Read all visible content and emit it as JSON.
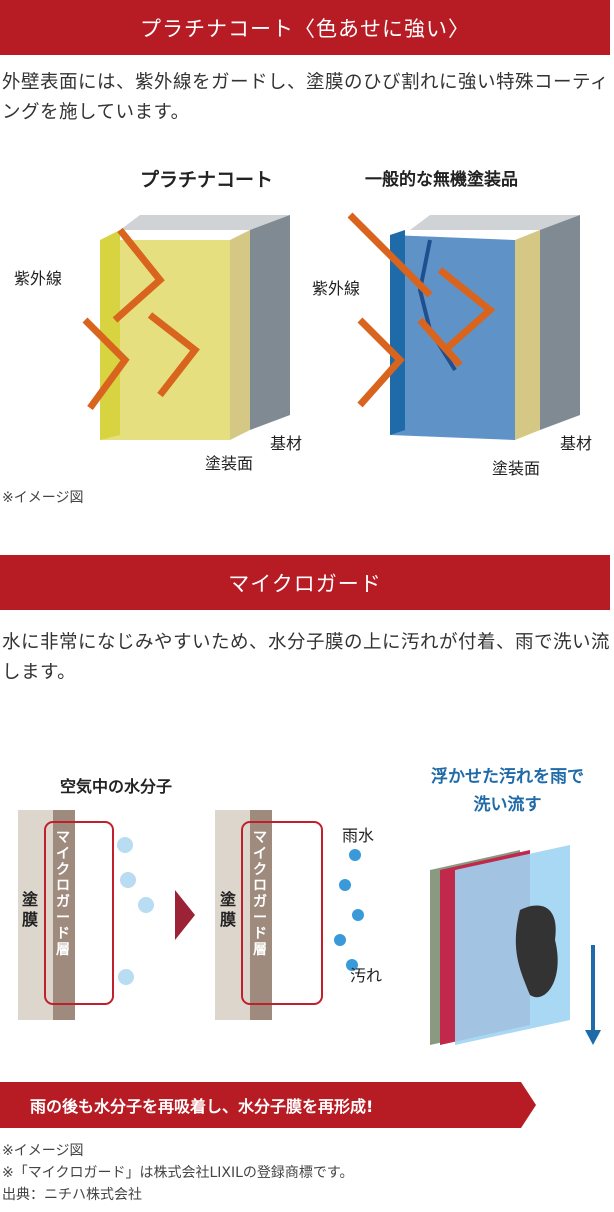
{
  "section1": {
    "title": "プラチナコート〈色あせに強い〉",
    "description": "外壁表面には、紫外線をガードし、塗膜のひび割れに強い特殊コーティングを施しています。",
    "left_diagram": {
      "title": "プラチナコート",
      "uv": "紫外線",
      "base": "基材",
      "coating": "塗装面"
    },
    "right_diagram": {
      "title": "一般的な無機塗装品",
      "uv": "紫外線",
      "base": "基材",
      "coating": "塗装面"
    },
    "note": "※イメージ図"
  },
  "section2": {
    "title": "マイクロガード",
    "description": "水に非常になじみやすいため、水分子膜の上に汚れが付着、雨で洗い流します。",
    "diagram": {
      "water_molecules": "空気中の水分子",
      "film": "塗膜",
      "layer": "マイクロガード層",
      "rain": "雨水",
      "dirt": "汚れ",
      "caption": "浮かせた汚れを雨で洗い流す"
    },
    "banner": "雨の後も水分子を再吸着し、水分子膜を再形成!",
    "footnotes": [
      "※イメージ図",
      "※「マイクロガード」は株式会社LIXILの登録商標です。",
      "出典：ニチハ株式会社"
    ]
  },
  "colors": {
    "accent": "#b71c24",
    "arrow": "#d9641e"
  }
}
